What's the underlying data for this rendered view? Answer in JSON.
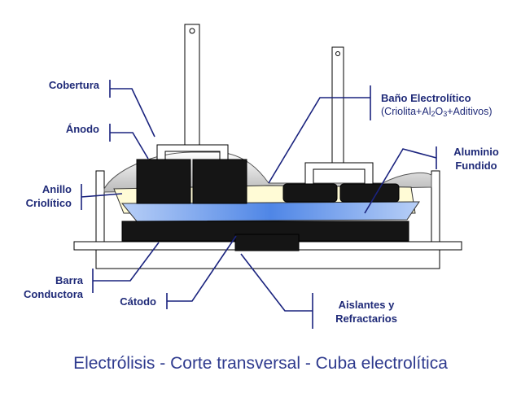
{
  "labels": {
    "cobertura": "Cobertura",
    "anodo": "Ánodo",
    "anillo_line1": "Anillo",
    "anillo_line2": "Criolítico",
    "barra_line1": "Barra",
    "barra_line2": "Conductora",
    "catodo": "Cátodo",
    "aislantes_line1": "Aislantes y",
    "aislantes_line2": "Refractarios",
    "bano_title": "Baño Electrolítico",
    "bano_formula_prefix": "(Criolita+Al",
    "bano_formula_sub1": "2",
    "bano_formula_mid": "O",
    "bano_formula_sub2": "3",
    "bano_formula_suffix": "+Aditivos)",
    "aluminio_line1": "Aluminio",
    "aluminio_line2": "Fundido"
  },
  "caption": "Electrólisis - Corte transversal - Cuba electrolítica",
  "colors": {
    "label_text": "#1f2a78",
    "caption_text": "#2e3a8e",
    "pointer_lines": "#1a237e",
    "molten_aluminum": "#5b8fe6",
    "electrolyte_bath": "#fffbd6",
    "cathode_and_anodes": "#111111",
    "cover_crust": "#cfcfcf"
  }
}
